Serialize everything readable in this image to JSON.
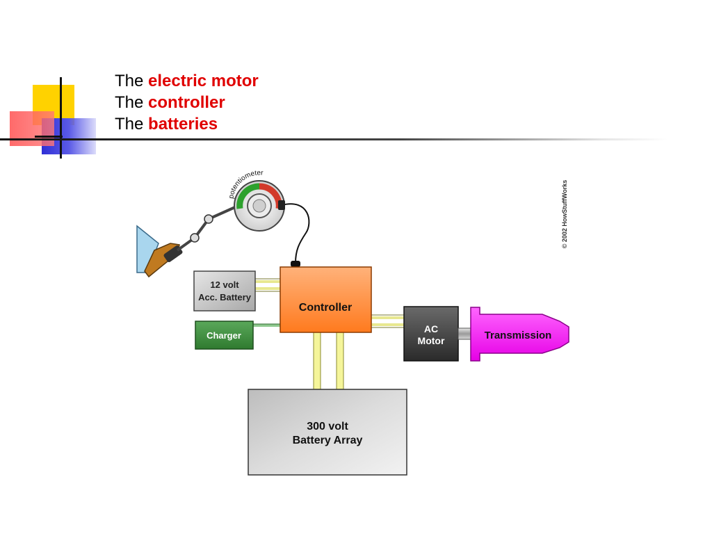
{
  "slide": {
    "lines": [
      {
        "prefix": "The",
        "highlight": "electric motor"
      },
      {
        "prefix": "The",
        "highlight": "controller"
      },
      {
        "prefix": "The",
        "highlight": "batteries"
      }
    ]
  },
  "diagram": {
    "potentiometer_label": "potentiometer",
    "acc_battery_line1": "12 volt",
    "acc_battery_line2": "Acc. Battery",
    "charger_label": "Charger",
    "controller_label": "Controller",
    "ac_motor_line1": "AC",
    "ac_motor_line2": "Motor",
    "transmission_label": "Transmission",
    "battery_array_line1": "300 volt",
    "battery_array_line2": "Battery Array",
    "copyright": "© 2002 HowStuffWorks"
  },
  "colors": {
    "highlight": "#e00000",
    "controller": "#ff8c3a",
    "transmission": "#ff33ff",
    "charger": "#3a8a3a",
    "deco_yellow": "#ffd200",
    "deco_red": "#ff5050",
    "deco_blue": "#3a3adc"
  }
}
